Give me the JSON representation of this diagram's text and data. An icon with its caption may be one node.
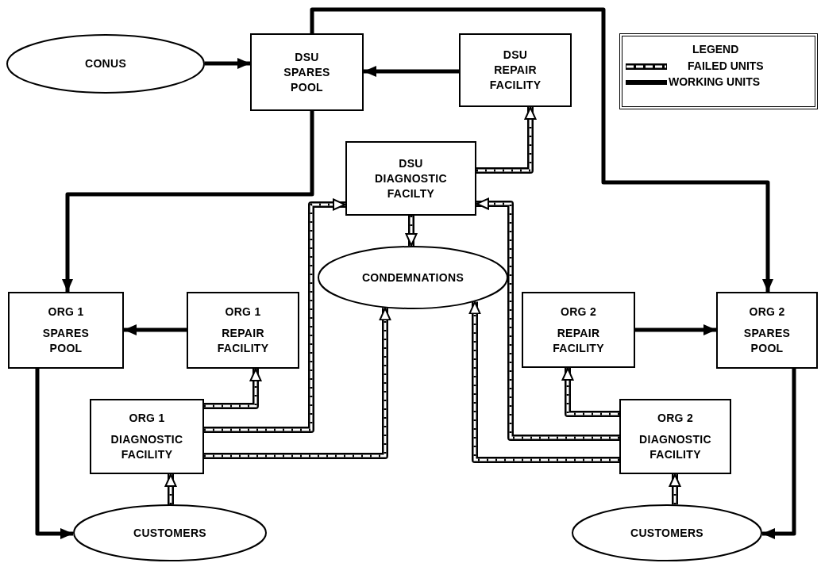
{
  "diagram": {
    "nodes": [
      {
        "text": [
          "CONUS"
        ]
      },
      {
        "text": [
          "DSU",
          "SPARES POOL"
        ]
      },
      {
        "text": [
          "DSU",
          "REPAIR FACILITY"
        ]
      },
      {
        "text": [
          "DSU",
          "DIAGNOSTIC FACILTY"
        ]
      },
      {
        "text": [
          "CONDEMNATIONS"
        ]
      },
      {
        "text": [
          "ORG 1",
          "SPARES POOL"
        ]
      },
      {
        "text": [
          "ORG 1",
          "REPAIR FACILITY"
        ]
      },
      {
        "text": [
          "ORG 1",
          "DIAGNOSTIC FACILITY"
        ]
      },
      {
        "text": [
          "CUSTOMERS"
        ]
      },
      {
        "text": [
          "ORG 2",
          "REPAIR FACILITY"
        ]
      },
      {
        "text": [
          "ORG 2",
          "SPARES POOL"
        ]
      },
      {
        "text": [
          "ORG 2",
          "DIAGNOSTIC FACILITY"
        ]
      },
      {
        "text": [
          "CUSTOMERS"
        ]
      }
    ],
    "edges": [
      {
        "from": 0,
        "to": 1,
        "arrow": "to"
      },
      {
        "from": 2,
        "to": 1,
        "arrow": "to"
      },
      {
        "from": 1,
        "to": 5,
        "arrow": "to"
      },
      {
        "from": 1,
        "to": 10,
        "arrow": "to"
      },
      {
        "from": 3,
        "to": 2,
        "arrow": "to",
        "style": "dashed"
      },
      {
        "from": 3,
        "to": 4,
        "arrow": "to",
        "style": "dashed"
      },
      {
        "from": 6,
        "to": 5,
        "arrow": "to"
      },
      {
        "from": 7,
        "to": 6,
        "arrow": "to",
        "style": "dashed"
      },
      {
        "from": 7,
        "to": 3,
        "arrow": "to",
        "style": "dashed"
      },
      {
        "from": 7,
        "to": 4,
        "arrow": "to",
        "style": "dashed"
      },
      {
        "from": 5,
        "to": 8,
        "arrow": "to"
      },
      {
        "from": 8,
        "to": 7,
        "arrow": "to",
        "style": "dashed"
      },
      {
        "from": 9,
        "to": 10,
        "arrow": "to"
      },
      {
        "from": 11,
        "to": 9,
        "arrow": "to",
        "style": "dashed"
      },
      {
        "from": 11,
        "to": 3,
        "arrow": "to",
        "style": "dashed"
      },
      {
        "from": 11,
        "to": 4,
        "arrow": "to",
        "style": "dashed"
      },
      {
        "from": 10,
        "to": 12,
        "arrow": "to"
      },
      {
        "from": 12,
        "to": 11,
        "arrow": "to",
        "style": "dashed"
      }
    ],
    "labels": [
      "LEGEND"
    ],
    "legend": [
      {
        "text": "FAILED UNITS"
      },
      {
        "text": "WORKING UNITS"
      }
    ]
  }
}
